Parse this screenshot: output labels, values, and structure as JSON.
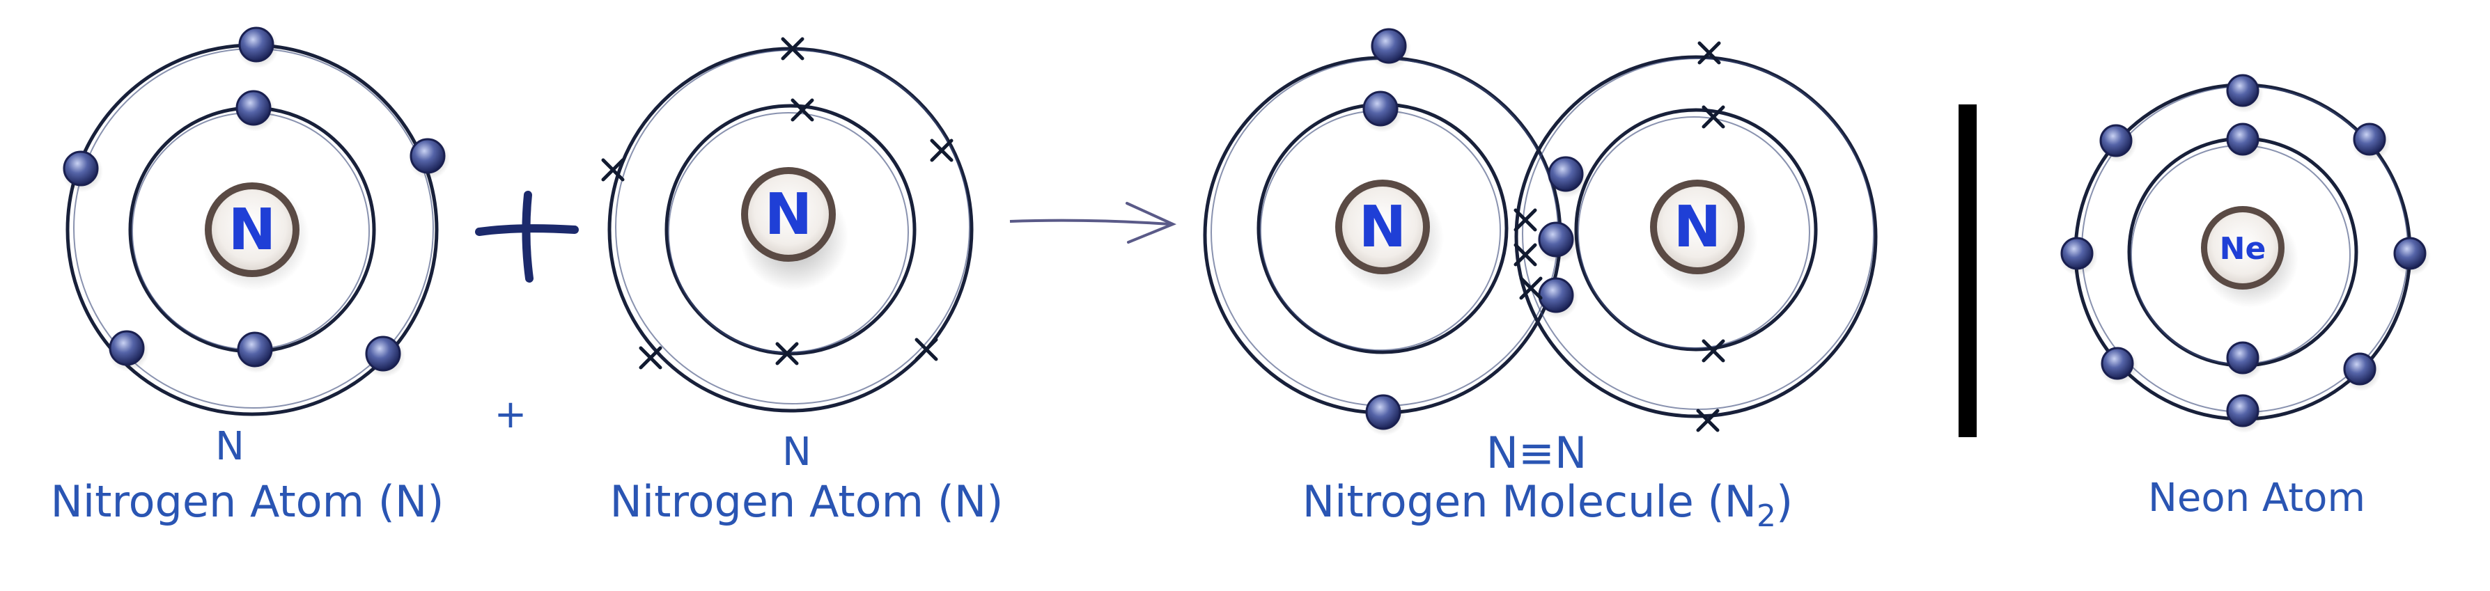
{
  "colors": {
    "label": "#2a55b3",
    "shell": "#18203a",
    "electron": "#4a5a9c",
    "nucleus_letter": "#1f3fd6",
    "divider": "#000000",
    "arrow": "#5a5a88"
  },
  "atom1": {
    "symbol": "N",
    "label_symbol": "N",
    "label_name": "Nitrogen Atom (N)"
  },
  "plus_small": "+",
  "atom2": {
    "symbol": "N",
    "label_symbol": "N",
    "label_name": "Nitrogen Atom (N)"
  },
  "molecule": {
    "symbol_left": "N",
    "symbol_right": "N",
    "label_formula": "N≡N",
    "label_name_prefix": "Nitrogen Molecule (N",
    "label_name_subscript": "2",
    "label_name_suffix": ")"
  },
  "neon": {
    "symbol": "Ne",
    "label_name": "Neon Atom"
  }
}
